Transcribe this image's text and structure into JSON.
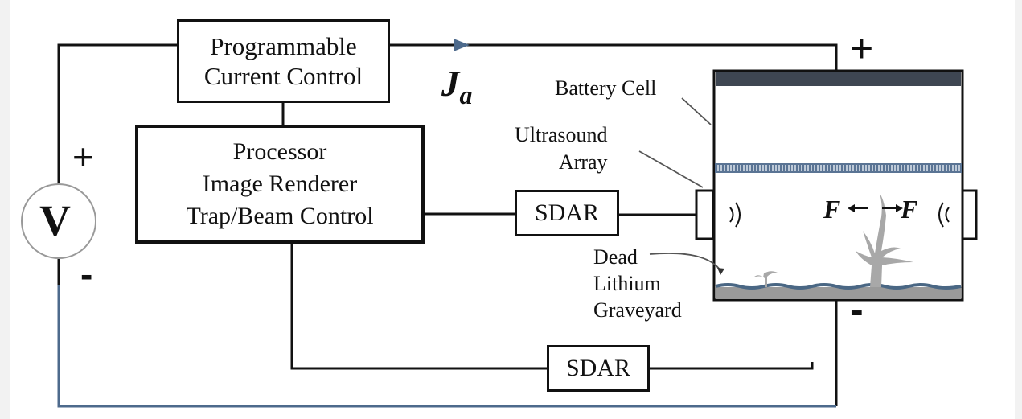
{
  "blocks": {
    "programmable_current_control": [
      "Programmable",
      "Current Control"
    ],
    "processor": [
      "Processor",
      "Image Renderer",
      "Trap/Beam Control"
    ],
    "sdar_top": "SDAR",
    "sdar_bottom": "SDAR"
  },
  "voltage_source": {
    "symbol": "V",
    "plus": "+",
    "minus": "-"
  },
  "current": {
    "symbol": "J",
    "subscript": "a"
  },
  "battery": {
    "plus": "+",
    "minus": "-",
    "cell_label": "Battery Cell",
    "ultrasound_label": [
      "Ultrasound",
      "Array"
    ],
    "dead_lithium_label": [
      "Dead",
      "Lithium",
      "Graveyard"
    ],
    "force_left": "F",
    "force_right": "F"
  },
  "colors": {
    "wire": "#111111",
    "return_wire": "#4d6a8c",
    "electrode": "#3e4652",
    "electrolyte_line": "#4a6784",
    "dendrite": "#a8a8a8",
    "ultrasound_strip": "#5a7494"
  }
}
